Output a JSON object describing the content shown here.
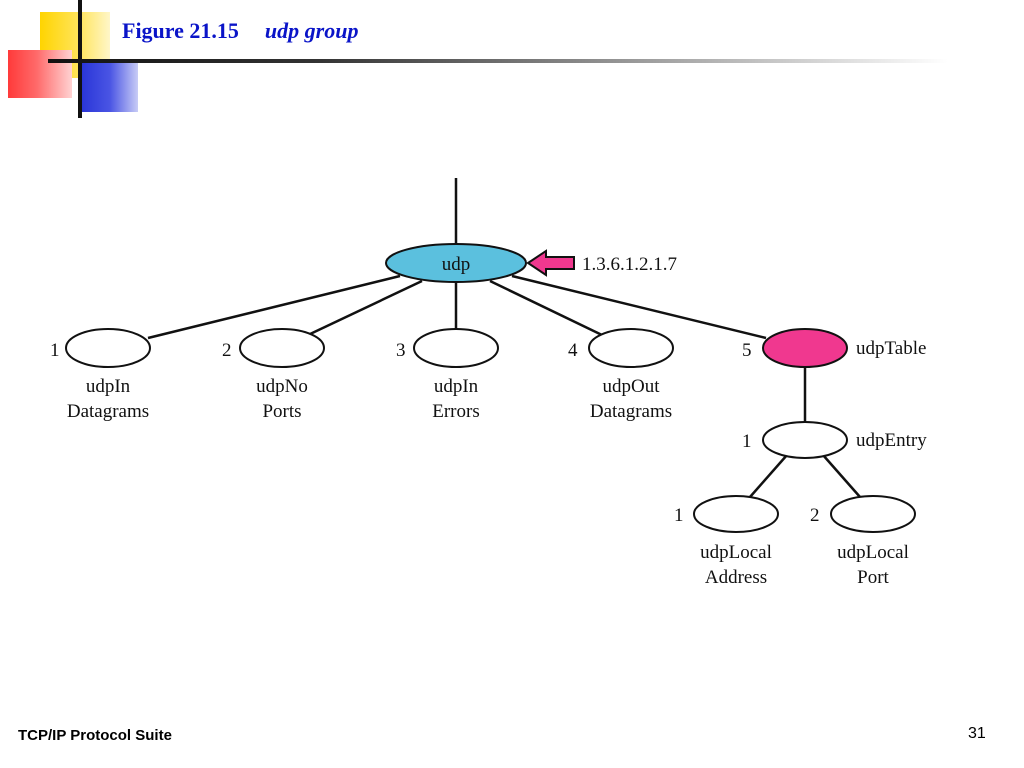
{
  "slide": {
    "figure_label": "Figure 21.15",
    "figure_title": "udp group",
    "footer_text": "TCP/IP Protocol Suite",
    "page_number": "31"
  },
  "colors": {
    "title": "#0a14c8",
    "udp_node": "#5bc0de",
    "udp_table_node": "#f0388f",
    "arrow": "#f0388f"
  },
  "tree": {
    "root": {
      "label": "udp",
      "oid": "1.3.6.1.2.1.7"
    },
    "children": [
      {
        "index": "1",
        "line1": "udpIn",
        "line2": "Datagrams"
      },
      {
        "index": "2",
        "line1": "udpNo",
        "line2": "Ports"
      },
      {
        "index": "3",
        "line1": "udpIn",
        "line2": "Errors"
      },
      {
        "index": "4",
        "line1": "udpOut",
        "line2": "Datagrams"
      },
      {
        "index": "5",
        "label": "udpTable"
      }
    ],
    "entry": {
      "index": "1",
      "label": "udpEntry"
    },
    "leaves": [
      {
        "index": "1",
        "line1": "udpLocal",
        "line2": "Address"
      },
      {
        "index": "2",
        "line1": "udpLocal",
        "line2": "Port"
      }
    ]
  }
}
